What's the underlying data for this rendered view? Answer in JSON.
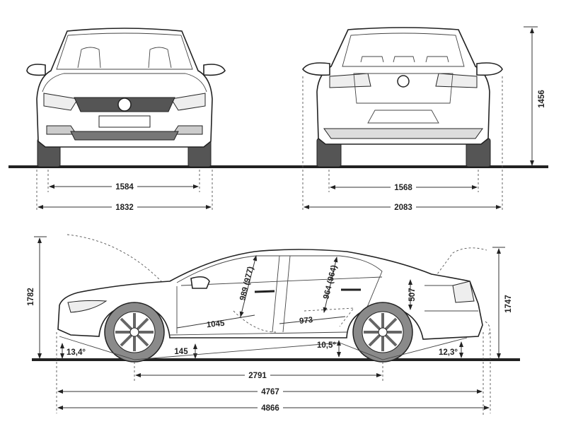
{
  "front_view": {
    "track_width": "1584",
    "overall_width": "1832"
  },
  "rear_view": {
    "track_width": "1568",
    "width_with_mirrors": "2083",
    "height": "1456"
  },
  "side_view": {
    "height_open_hood": "1782",
    "height_open_trunk": "1747",
    "front_headroom": "989 (977)",
    "rear_headroom": "964 (964)",
    "front_legroom": "1045",
    "rear_legroom": "973",
    "trunk_opening_height": "507",
    "ground_clearance": "145",
    "approach_angle": "13,4°",
    "breakover_angle": "10,5°",
    "departure_angle": "12,3°",
    "wheelbase": "2791",
    "length": "4767",
    "length_with_hitch": "4866"
  }
}
